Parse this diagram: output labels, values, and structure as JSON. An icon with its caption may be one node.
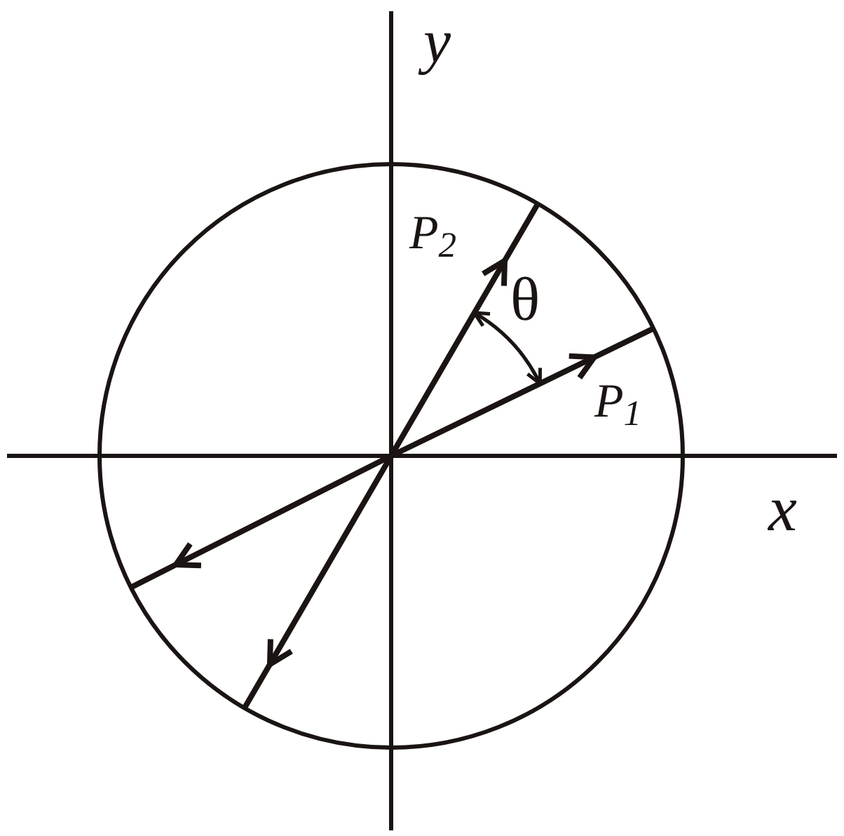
{
  "diagram": {
    "labels": [
      "y",
      "P$_{2}$",
      "θ",
      "P$_{1}$",
      "x"
    ]
  }
}
